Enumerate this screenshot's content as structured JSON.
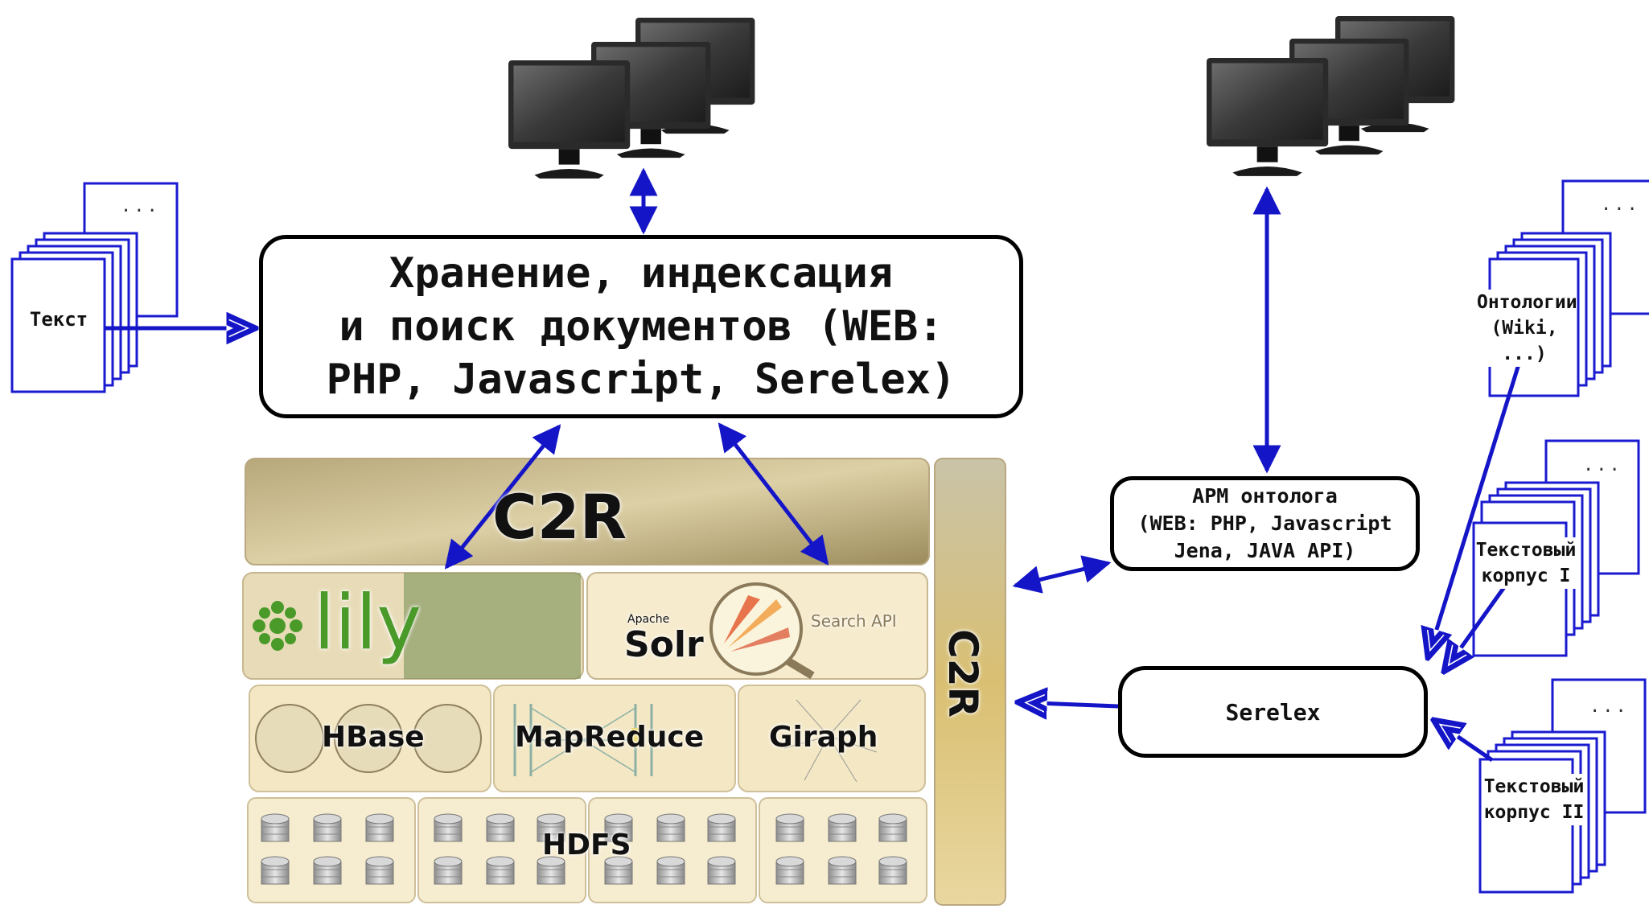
{
  "main_box": {
    "lines": [
      "Хранение, индексация",
      "и поиск документов (WEB:",
      "PHP, Javascript, Serelex)"
    ]
  },
  "arm_box": {
    "lines": [
      "АРМ онтолога",
      "(WEB: PHP, Javascript",
      "Jena, JAVA API)"
    ]
  },
  "serelex_box": {
    "label": "Serelex"
  },
  "text_stack": {
    "label": "Текст",
    "ellipsis": "..."
  },
  "ontology_stack": {
    "lines": [
      "Онтологии",
      "(Wiki,",
      "...)"
    ],
    "ellipsis": "..."
  },
  "corpus1_stack": {
    "lines": [
      "Текстовый",
      "корпус I"
    ],
    "ellipsis": "..."
  },
  "corpus2_stack": {
    "lines": [
      "Текстовый",
      "корпус II"
    ],
    "ellipsis": "..."
  },
  "hadoop": {
    "c2r_top": "C2R",
    "c2r_side": "C2R",
    "lily": "lily",
    "solr_apache": "Apache",
    "solr": "Solr",
    "search_api": "Search API",
    "hbase": "HBase",
    "mapreduce": "MapReduce",
    "giraph": "Giraph",
    "hdfs": "HDFS"
  },
  "colors": {
    "arrow": "#1515c8",
    "stack_border": "#1a1ad0",
    "box_border": "#000000",
    "stack_gold": "#f3e7c4",
    "c2r_gold": "#cdbd7f"
  }
}
